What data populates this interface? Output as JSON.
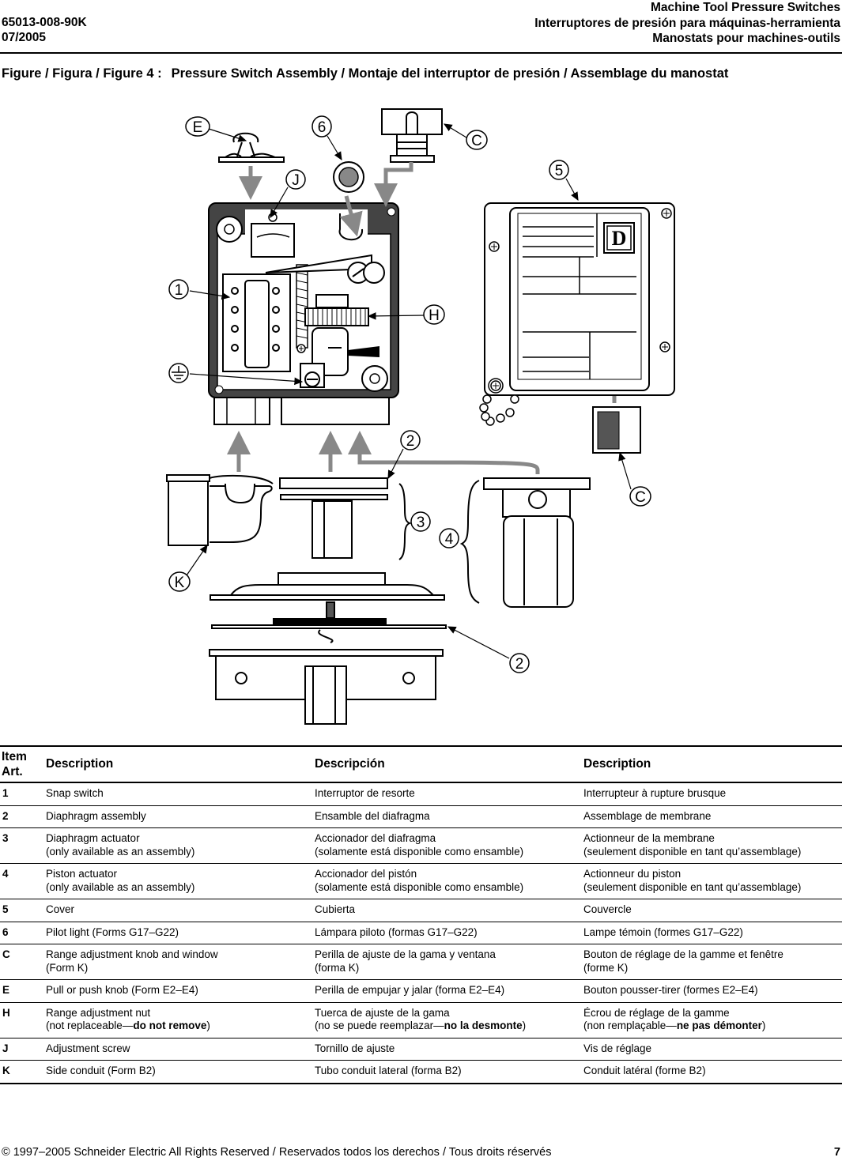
{
  "header": {
    "doc_number": "65013-008-90K",
    "date": "07/2005",
    "title_en": "Machine Tool Pressure Switches",
    "title_es": "Interruptores de presión para máquinas-herramienta",
    "title_fr": "Manostats pour machines-outils"
  },
  "figure": {
    "caption_prefix": "Figure / Figura / Figure 4 :",
    "caption_text": "Pressure Switch Assembly / Montaje del interruptor de presión / Assemblage du manostat",
    "labels": {
      "E": "E",
      "six": "6",
      "C_top": "C",
      "J": "J",
      "five": "5",
      "one": "1",
      "H": "H",
      "two_top": "2",
      "C_right": "C",
      "three": "3",
      "four": "4",
      "K": "K",
      "two_bottom": "2",
      "logo": "D"
    }
  },
  "table": {
    "headers": {
      "item": "Item",
      "item2": "Art.",
      "desc_en": "Description",
      "desc_es": "Descripción",
      "desc_fr": "Description"
    },
    "rows": [
      {
        "item": "1",
        "en1": "Snap switch",
        "es1": "Interruptor de resorte",
        "fr1": "Interrupteur à rupture brusque"
      },
      {
        "item": "2",
        "en1": "Diaphragm assembly",
        "es1": "Ensamble del diafragma",
        "fr1": "Assemblage de membrane"
      },
      {
        "item": "3",
        "en1": "Diaphragm actuator",
        "en2": "(only available as an assembly)",
        "es1": "Accionador del diafragma",
        "es2": "(solamente está disponible como ensamble)",
        "fr1": "Actionneur de la membrane",
        "fr2": "(seulement disponible en tant qu’assemblage)"
      },
      {
        "item": "4",
        "en1": "Piston actuator",
        "en2": "(only available as an assembly)",
        "es1": "Accionador del pistón",
        "es2": "(solamente está disponible como ensamble)",
        "fr1": "Actionneur du piston",
        "fr2": "(seulement disponible en tant qu’assemblage)"
      },
      {
        "item": "5",
        "en1": "Cover",
        "es1": "Cubierta",
        "fr1": "Couvercle"
      },
      {
        "item": "6",
        "en1": "Pilot light (Forms G17–G22)",
        "es1": "Lámpara piloto (formas G17–G22)",
        "fr1": "Lampe témoin (formes G17–G22)"
      },
      {
        "item": "C",
        "en1": "Range adjustment knob and window",
        "en2": "(Form K)",
        "es1": "Perilla de ajuste de la gama y ventana",
        "es2": "(forma K)",
        "fr1": "Bouton de réglage de la gamme et fenêtre",
        "fr2": "(forme K)"
      },
      {
        "item": "E",
        "en1": "Pull or push knob (Form E2–E4)",
        "es1": "Perilla de empujar y jalar (forma E2–E4)",
        "fr1": "Bouton pousser-tirer (formes E2–E4)"
      },
      {
        "item": "H",
        "en1": "Range adjustment nut",
        "en2a": "(not replaceable—",
        "en2b": "do not remove",
        "en2c": ")",
        "es1": "Tuerca de ajuste de la gama",
        "es2a": "(no se puede reemplazar—",
        "es2b": "no la desmonte",
        "es2c": ")",
        "fr1": "Écrou de réglage de la gamme",
        "fr2a": "(non remplaçable—",
        "fr2b": "ne pas démonter",
        "fr2c": ")"
      },
      {
        "item": "J",
        "en1": "Adjustment screw",
        "es1": "Tornillo de ajuste",
        "fr1": "Vis de réglage"
      },
      {
        "item": "K",
        "en1": "Side conduit (Form B2)",
        "es1": "Tubo conduit lateral (forma B2)",
        "fr1": "Conduit latéral (forme B2)"
      }
    ]
  },
  "footer": {
    "copyright": "© 1997–2005 Schneider Electric All Rights Reserved / Reservados todos los derechos / Tous droits réservés",
    "page": "7"
  }
}
